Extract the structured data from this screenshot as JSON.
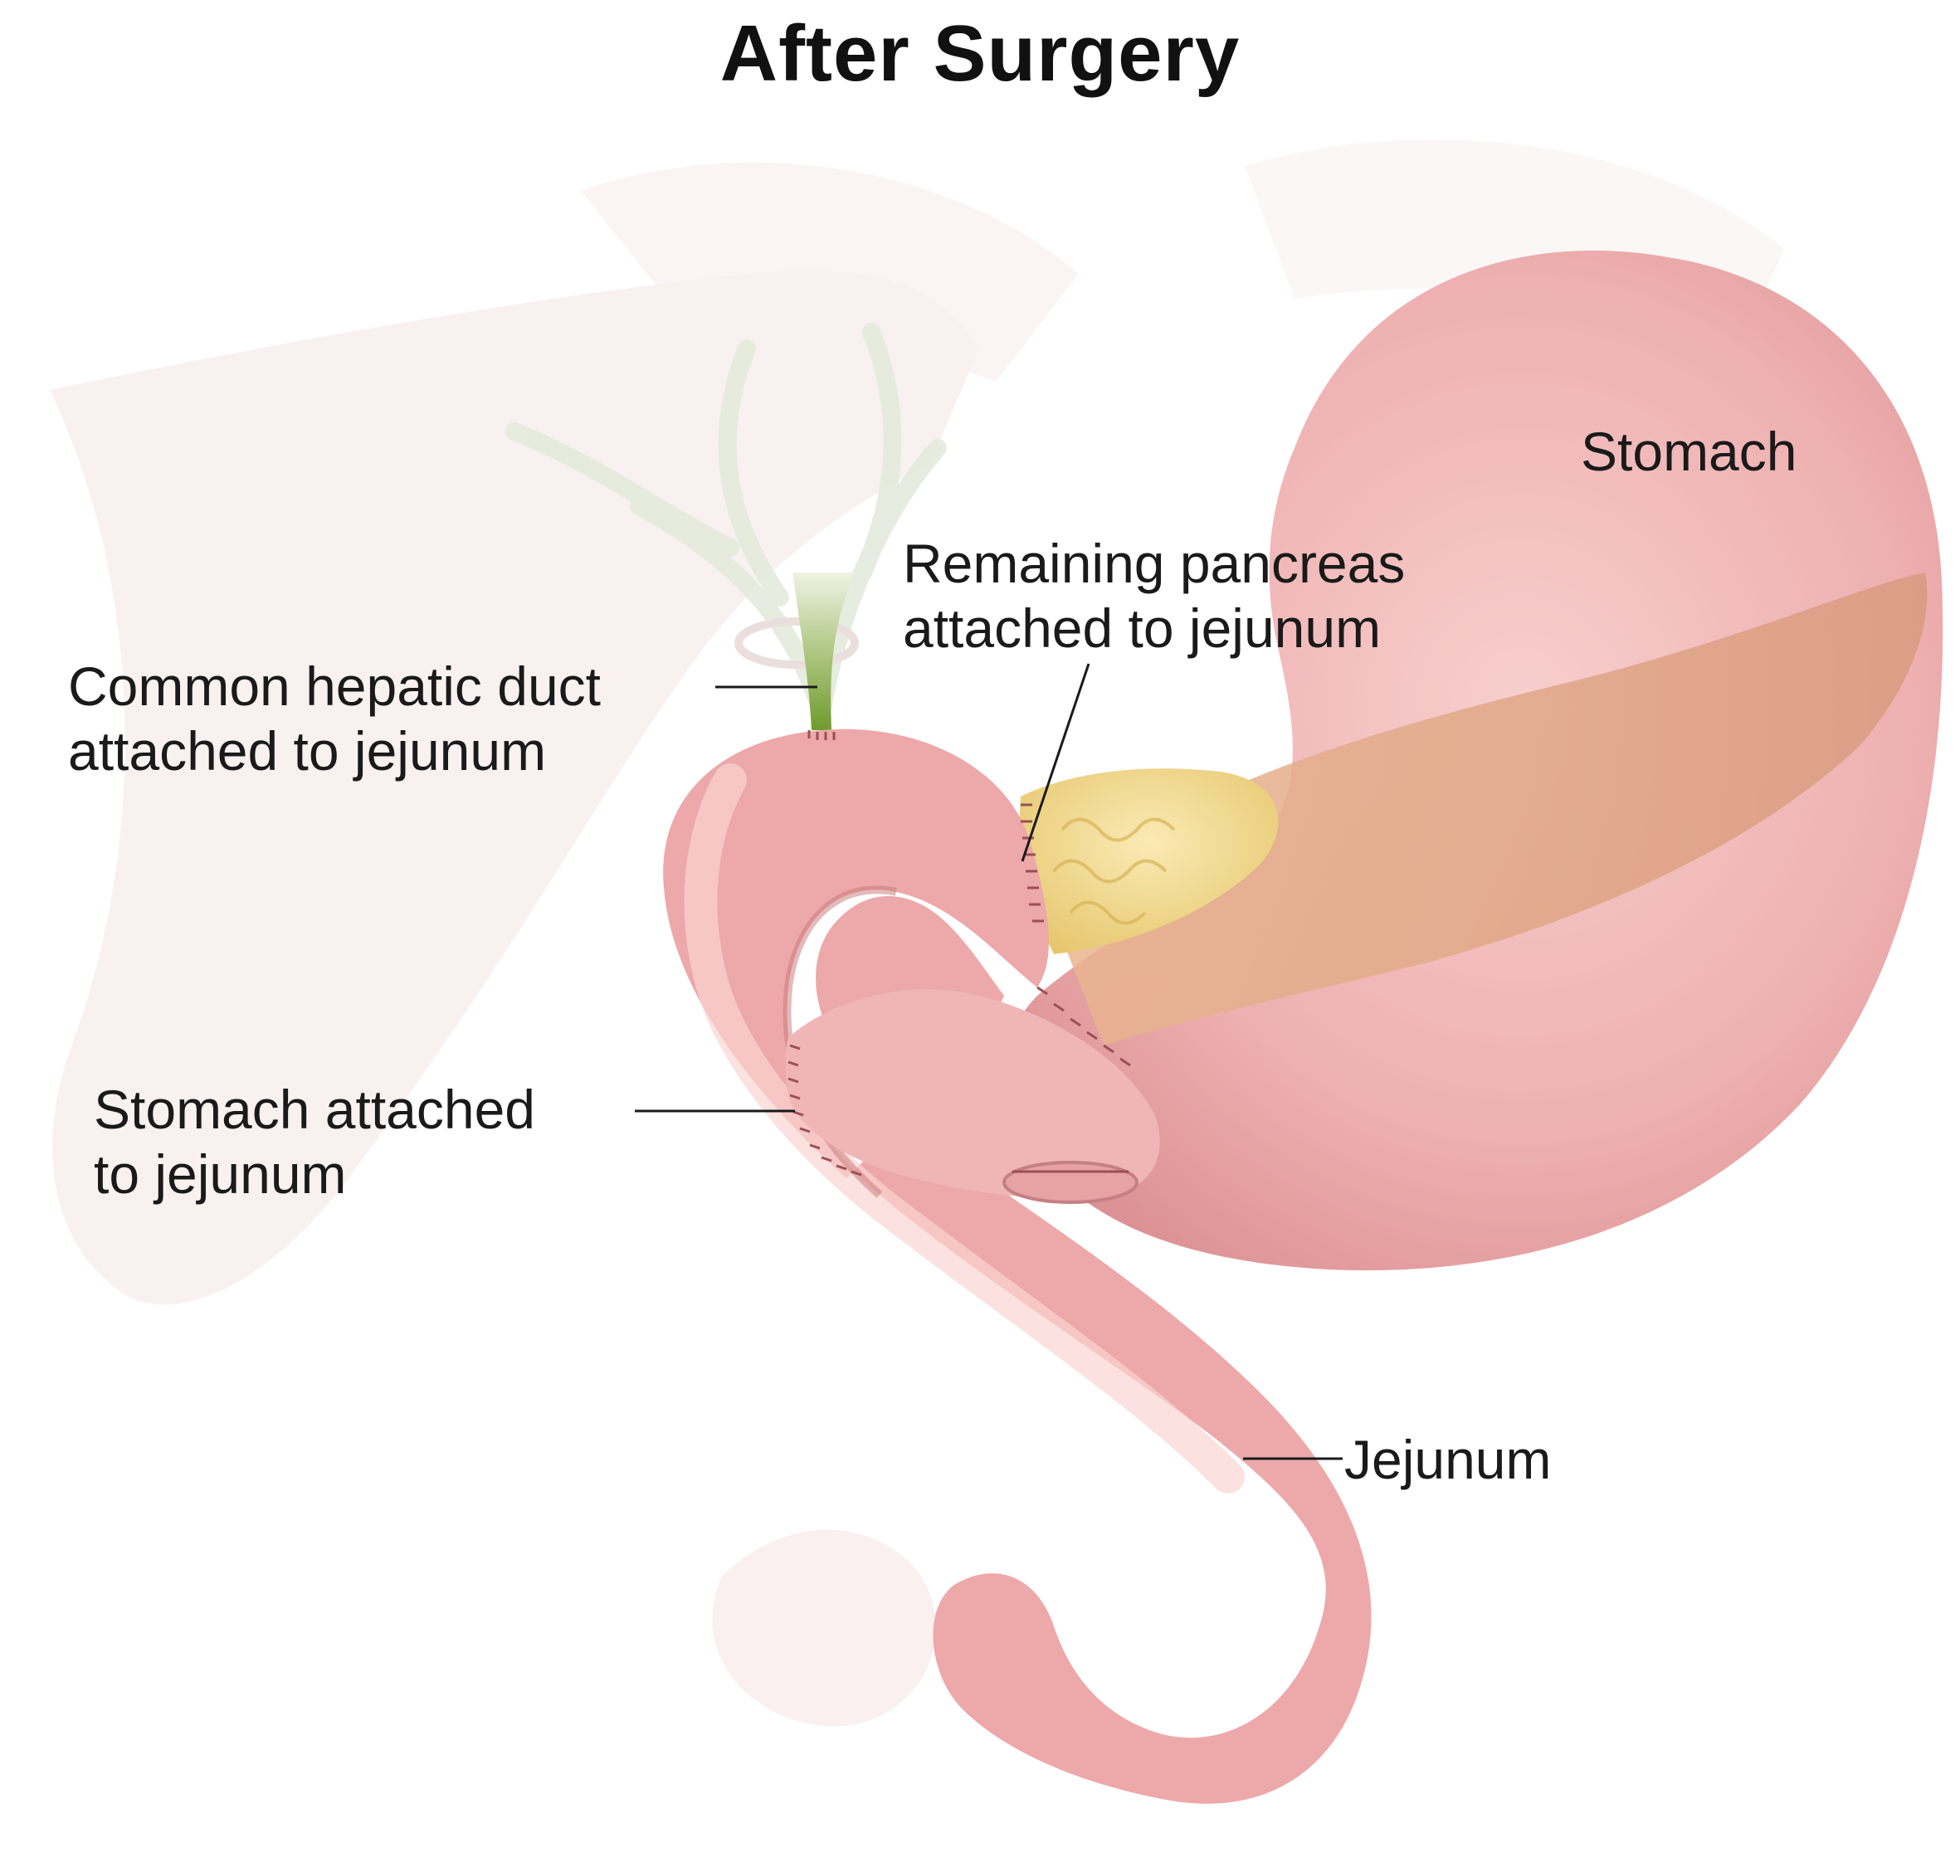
{
  "title": "After Surgery",
  "labels": {
    "stomach": "Stomach",
    "remaining_pancreas": [
      "Remaining pancreas",
      "attached to jejunum"
    ],
    "common_hepatic_duct": [
      "Common hepatic duct",
      "attached to jejunum"
    ],
    "stomach_attached": [
      "Stomach attached",
      "to jejunum"
    ],
    "jejunum": "Jejunum"
  },
  "colors": {
    "background": "#ffffff",
    "bowel": "#e9a3a5",
    "bowel_shadow": "#c97678",
    "pancreas": "#f1d98a",
    "bile_duct": "#7aa33a",
    "liver_ghost": "#f6ecea",
    "label_text": "#1a1a1a"
  }
}
